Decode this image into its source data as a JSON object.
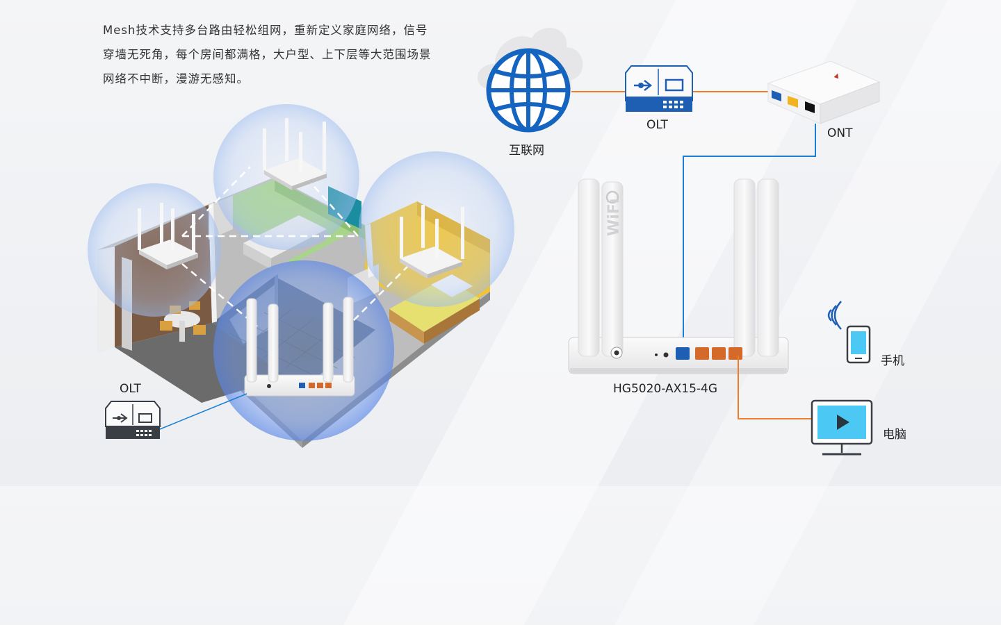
{
  "intro": {
    "lines": [
      "Mesh技术支持多台路由轻松组网，重新定义家庭网络，信号",
      "穿墙无死角，每个房间都满格，大户型、上下层等大范围场景",
      "网络不中断，漫游无感知。"
    ]
  },
  "labels": {
    "internet": "互联网",
    "olt_top": "OLT",
    "ont": "ONT",
    "router_model": "HG5020-AX15-4G",
    "phone": "手机",
    "computer": "电脑",
    "olt_left": "OLT"
  },
  "router_text": {
    "wifi_mark": "WiFi"
  },
  "colors": {
    "link_orange": "#f07c2a",
    "link_blue": "#1a7fd4",
    "globe_blue": "#1565c0",
    "wan_port": "#1e5fb4",
    "lan_port": "#d4692a",
    "screen_cyan": "#4cc8f4"
  }
}
